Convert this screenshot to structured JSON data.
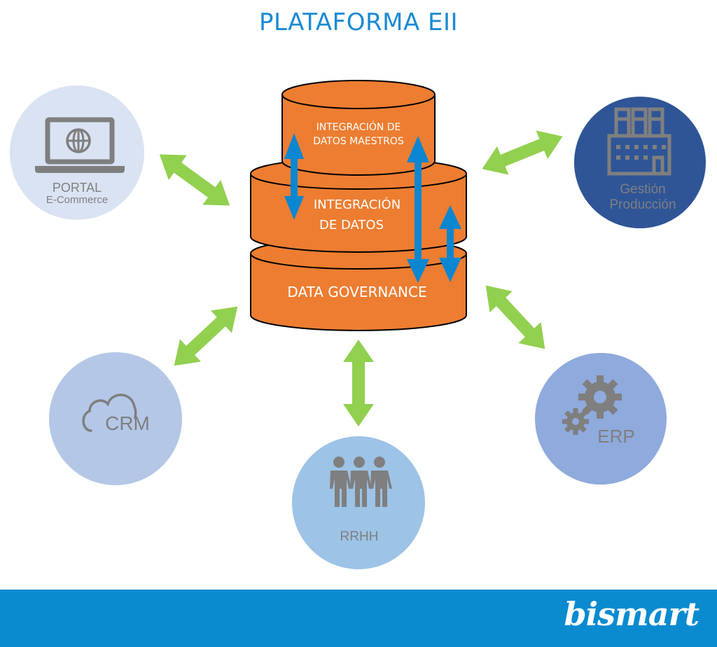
{
  "title": "PLATAFORMA EII",
  "colors": {
    "title": "#1a8ad4",
    "db_orange": "#ed7d31",
    "inner_arrow": "#0b86d1",
    "link_arrow": "#92d050",
    "icon_gray": "#7f7f7f",
    "footer": "#0a8bd0"
  },
  "database": {
    "layers": [
      {
        "id": "mdm",
        "lines": [
          "INTEGRACIÓN DE",
          "DATOS MAESTROS"
        ]
      },
      {
        "id": "integration",
        "lines": [
          "INTEGRACIÓN",
          "DE DATOS"
        ]
      },
      {
        "id": "governance",
        "lines": [
          "DATA GOVERNANCE"
        ]
      }
    ]
  },
  "nodes": [
    {
      "id": "portal",
      "icon": "laptop-globe-icon",
      "lines": [
        "PORTAL",
        "E-Commerce"
      ],
      "color": "#dae3f3"
    },
    {
      "id": "produccion",
      "icon": "factory-icon",
      "lines": [
        "Gestión",
        "Producción"
      ],
      "color": "#2f5597"
    },
    {
      "id": "crm",
      "icon": "cloud-icon",
      "lines": [
        "CRM"
      ],
      "color": "#b4c7e7"
    },
    {
      "id": "rrhh",
      "icon": "people-icon",
      "lines": [
        "RRHH"
      ],
      "color": "#9dc3e6"
    },
    {
      "id": "erp",
      "icon": "gears-icon",
      "lines": [
        "ERP"
      ],
      "color": "#8faadc"
    }
  ],
  "footer": {
    "logo": "bismart"
  }
}
